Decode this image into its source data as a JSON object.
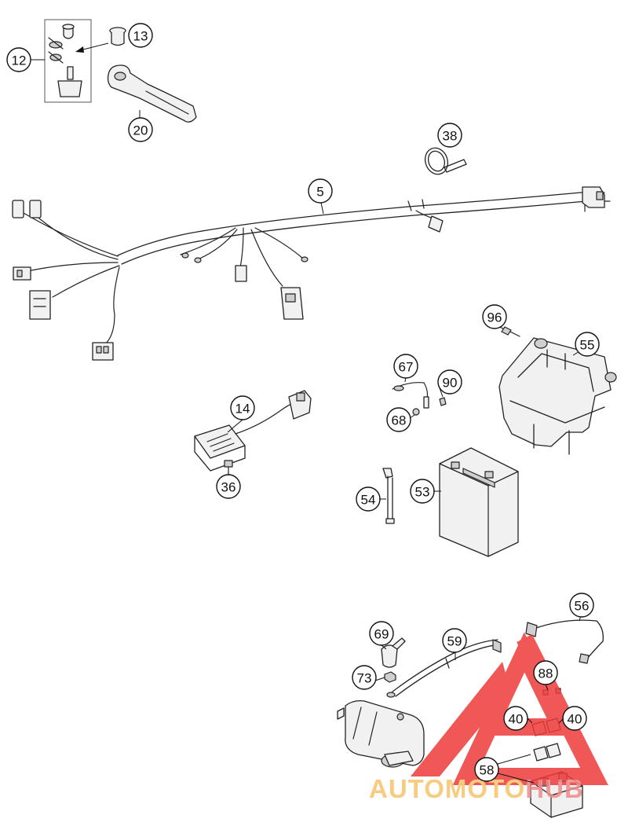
{
  "callouts": [
    {
      "id": "12",
      "label": "12"
    },
    {
      "id": "13",
      "label": "13"
    },
    {
      "id": "20",
      "label": "20"
    },
    {
      "id": "38",
      "label": "38"
    },
    {
      "id": "5",
      "label": "5"
    },
    {
      "id": "96",
      "label": "96"
    },
    {
      "id": "55",
      "label": "55"
    },
    {
      "id": "67",
      "label": "67"
    },
    {
      "id": "90",
      "label": "90"
    },
    {
      "id": "68",
      "label": "68"
    },
    {
      "id": "14",
      "label": "14"
    },
    {
      "id": "36",
      "label": "36"
    },
    {
      "id": "54",
      "label": "54"
    },
    {
      "id": "53",
      "label": "53"
    },
    {
      "id": "56",
      "label": "56"
    },
    {
      "id": "69",
      "label": "69"
    },
    {
      "id": "59",
      "label": "59"
    },
    {
      "id": "88",
      "label": "88"
    },
    {
      "id": "73",
      "label": "73"
    },
    {
      "id": "40a",
      "label": "40"
    },
    {
      "id": "40b",
      "label": "40"
    },
    {
      "id": "58",
      "label": "58"
    }
  ],
  "watermark": {
    "part1": "AUTOMOTO",
    "part2": "HUB",
    "color1": "#f6c26b",
    "color2": "#f08a8a",
    "logo_color": "#ee3a3a"
  }
}
